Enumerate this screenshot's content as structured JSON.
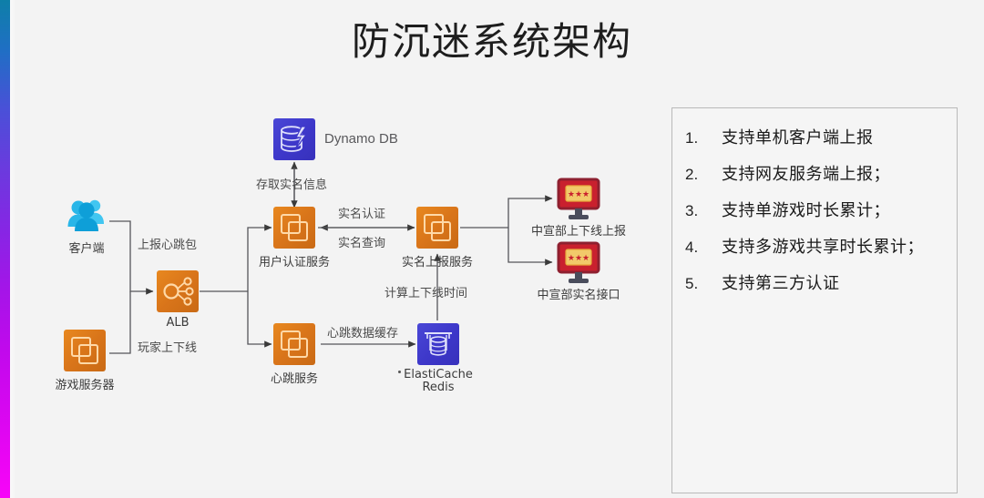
{
  "title": "防沉迷系统架构",
  "accent": {
    "top_color": "#0e7fa8",
    "mid_color": "#7a2fe0",
    "bottom_color": "#f705f8"
  },
  "diagram": {
    "nodes": [
      {
        "id": "client",
        "label": "客户端",
        "icon": "users-icon",
        "color": "#2fa9d8"
      },
      {
        "id": "game-server",
        "label": "游戏服务器",
        "icon": "ec2-instance-icon",
        "color": "#e8881f"
      },
      {
        "id": "alb",
        "label": "ALB",
        "icon": "load-balancer-icon",
        "color": "#e8881f"
      },
      {
        "id": "dynamodb",
        "label": "Dynamo DB",
        "icon": "dynamodb-icon",
        "color": "#4a47d6"
      },
      {
        "id": "auth-service",
        "label": "用户认证服务",
        "icon": "ec2-instance-icon",
        "color": "#e8881f"
      },
      {
        "id": "report-service",
        "label": "实名上报服务",
        "icon": "ec2-instance-icon",
        "color": "#e8881f"
      },
      {
        "id": "heartbeat",
        "label": "心跳服务",
        "icon": "ec2-instance-icon",
        "color": "#e8881f"
      },
      {
        "id": "elasticache",
        "label": "ElastiCache Redis",
        "icon": "elasticache-icon",
        "color": "#4a47d6"
      },
      {
        "id": "gov-online",
        "label": "中宣部上下线上报",
        "icon": "monitor-icon",
        "color": "#cf2030"
      },
      {
        "id": "gov-realname",
        "label": "中宣部实名接口",
        "icon": "monitor-icon",
        "color": "#cf2030"
      }
    ],
    "edge_labels": [
      {
        "id": "heartbeat-packet",
        "text": "上报心跳包"
      },
      {
        "id": "player-online",
        "text": "玩家上下线"
      },
      {
        "id": "store-realname",
        "text": "存取实名信息"
      },
      {
        "id": "realname-auth",
        "text": "实名认证"
      },
      {
        "id": "realname-query",
        "text": "实名查询"
      },
      {
        "id": "calc-online-time",
        "text": "计算上下线时间"
      },
      {
        "id": "heartbeat-cache",
        "text": "心跳数据缓存"
      }
    ]
  },
  "features": {
    "items": [
      {
        "num": "1.",
        "text": "支持单机客户端上报"
      },
      {
        "num": "2.",
        "text": "支持网友服务端上报；"
      },
      {
        "num": "3.",
        "text": "支持单游戏时长累计；"
      },
      {
        "num": "4.",
        "text": "支持多游戏共享时长累计；"
      },
      {
        "num": "5.",
        "text": "支持第三方认证"
      }
    ]
  }
}
